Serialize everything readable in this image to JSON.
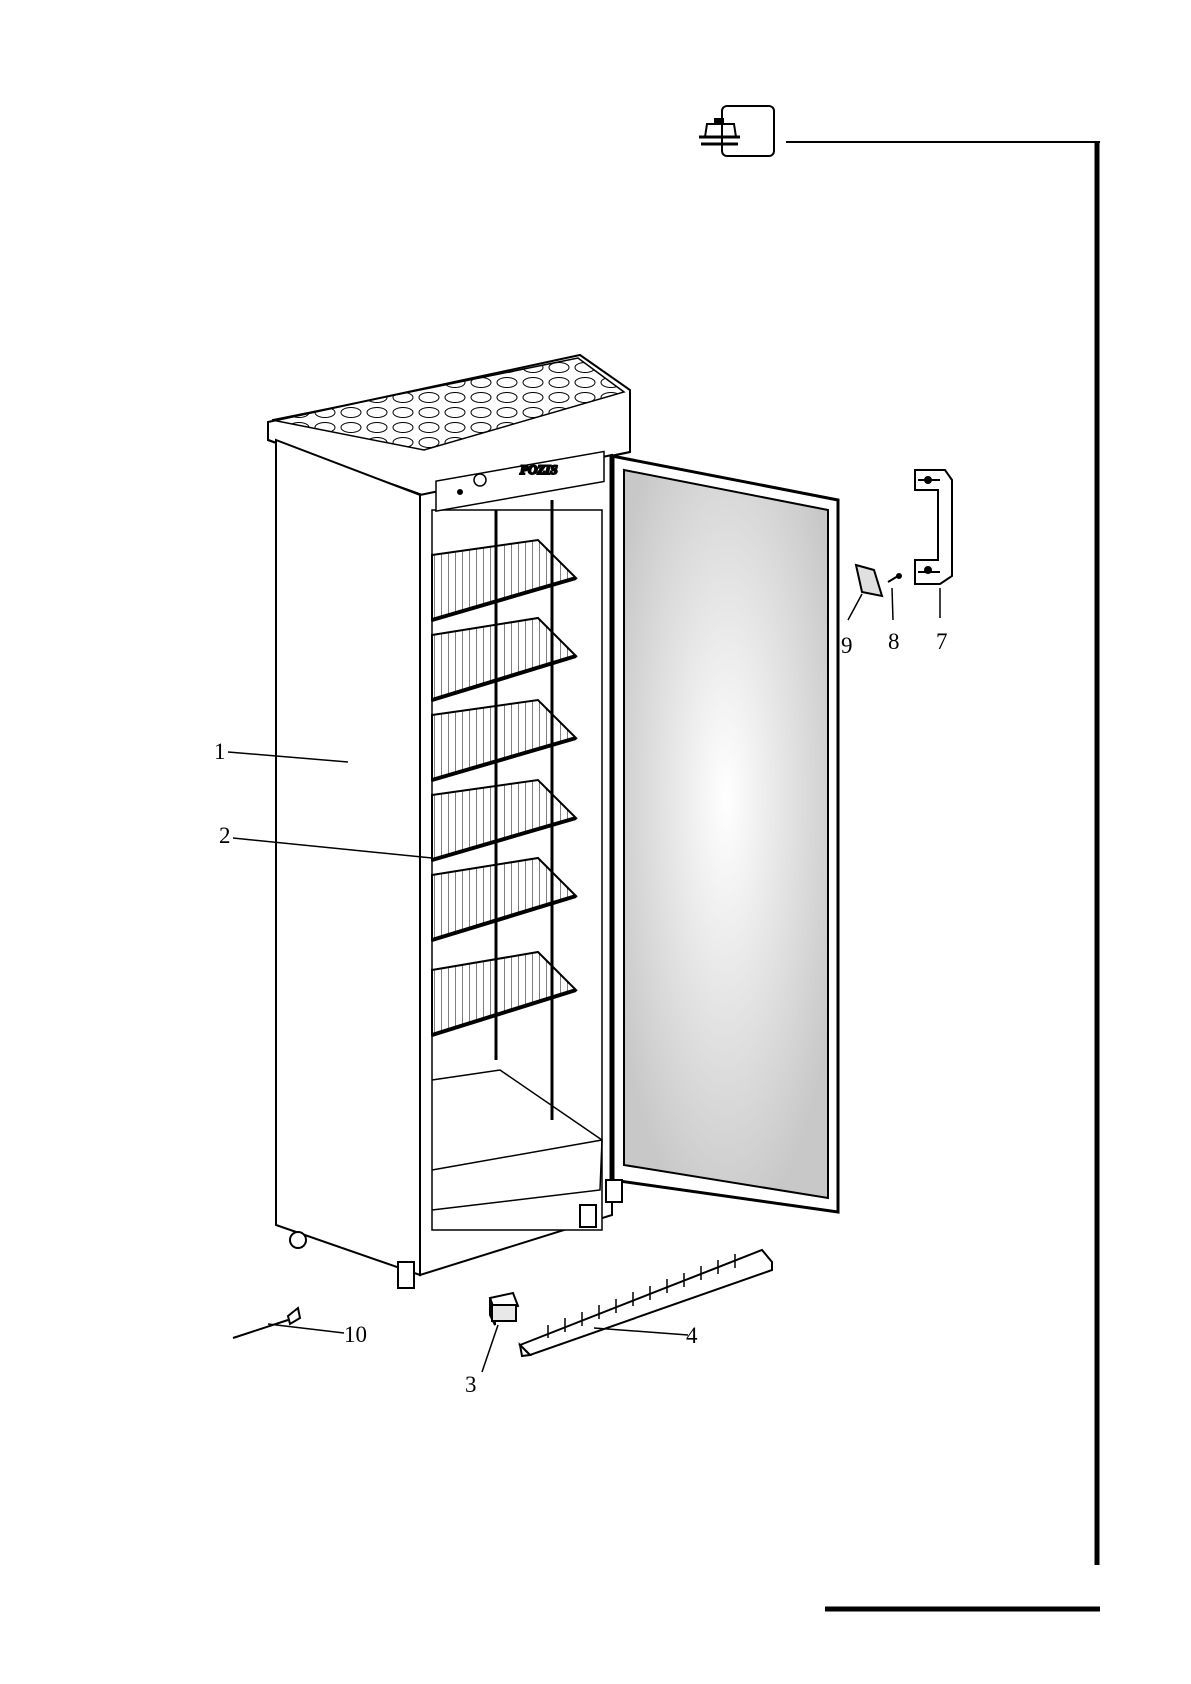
{
  "header": {
    "icon": "refrigerator-icon"
  },
  "diagram": {
    "brand_label": "POZIS",
    "callouts": [
      {
        "id": "c1",
        "label": "1"
      },
      {
        "id": "c2",
        "label": "2"
      },
      {
        "id": "c3",
        "label": "3"
      },
      {
        "id": "c4",
        "label": "4"
      },
      {
        "id": "c7",
        "label": "7"
      },
      {
        "id": "c8",
        "label": "8"
      },
      {
        "id": "c9",
        "label": "9"
      },
      {
        "id": "c10",
        "label": "10"
      }
    ]
  },
  "colors": {
    "ink": "#000000",
    "paper": "#ffffff",
    "glass": "#d8d8d8"
  }
}
